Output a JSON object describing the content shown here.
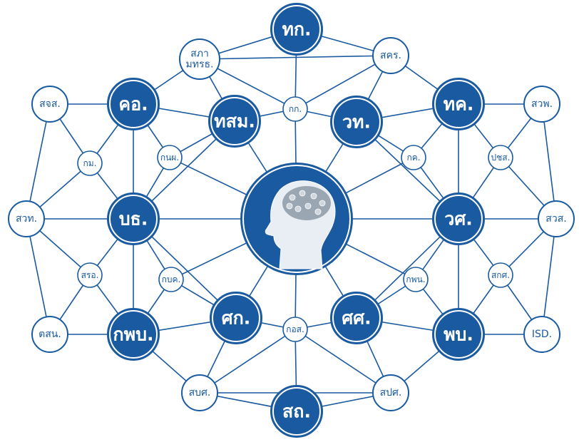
{
  "center": {
    "icon": "head-brain-icon",
    "color": "#1a5aa0"
  },
  "colors": {
    "primary": "#1a5aa0",
    "light": "#ffffff"
  },
  "nodes": {
    "thk": "ทก.",
    "sakr": "สคร.",
    "sapha": [
      "สภา",
      "มทรธ."
    ],
    "kk": "กก.",
    "tham": "ทสม.",
    "wt": "วท.",
    "ko": "คอ.",
    "tk": "ทค.",
    "sjs": "สจส.",
    "sawp": "สวพ.",
    "km": "กม.",
    "knp": "กนผ.",
    "kkh": "กค.",
    "pcs": "ปชส.",
    "swt": "สวท.",
    "br": "บธ.",
    "ws": "วศ.",
    "sws": "สวส.",
    "kbk": "กบค.",
    "kpn": "กพน.",
    "sro": "สรอ.",
    "skf": "สกศ.",
    "sk": "ศก.",
    "ss": "ศศ.",
    "kos": "กอส.",
    "tsn": "ตสน.",
    "kpb": "กพบ.",
    "pb": "พบ.",
    "isd": "ISD.",
    "sbs": "สบศ.",
    "sps": "สปศ.",
    "sd": "สถ."
  }
}
